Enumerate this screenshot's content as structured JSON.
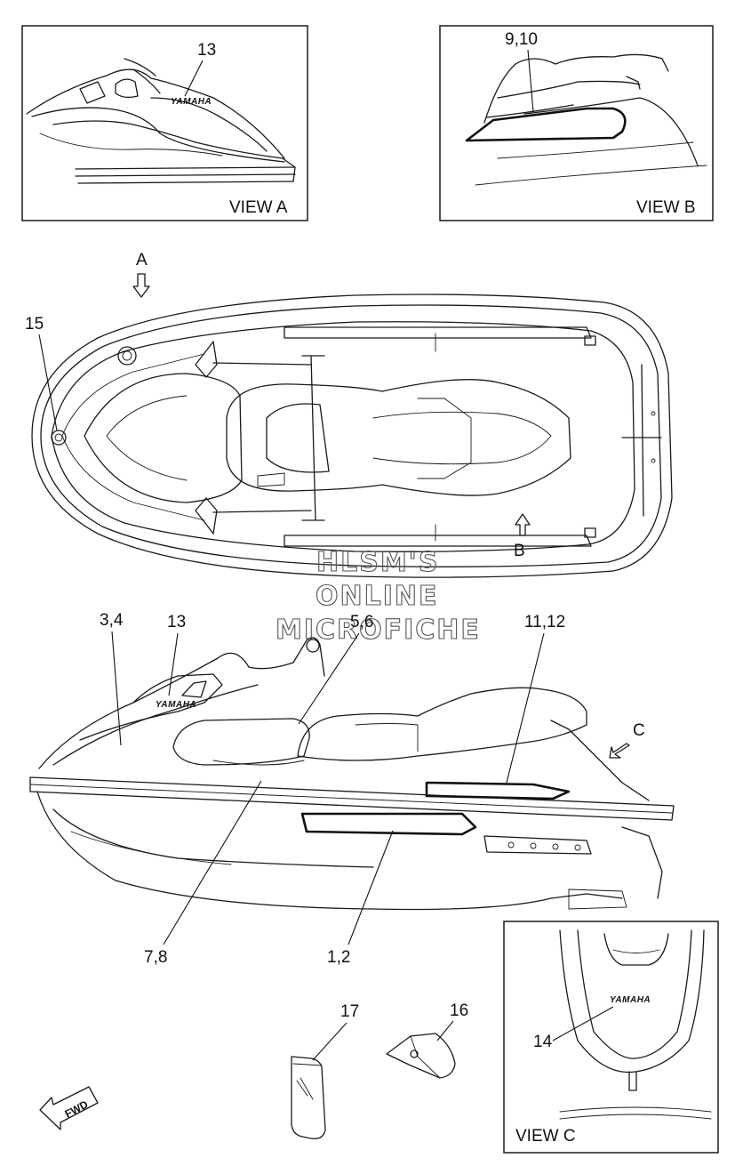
{
  "views": {
    "a": {
      "label": "VIEW A"
    },
    "b": {
      "label": "VIEW B"
    },
    "c": {
      "label": "VIEW C"
    }
  },
  "arrows": {
    "a": "A",
    "b": "B",
    "c": "C"
  },
  "callouts": {
    "c13_view_a": "13",
    "c9_10": "9,10",
    "c15": "15",
    "c3_4": "3,4",
    "c13_side": "13",
    "c5_6": "5,6",
    "c11_12": "11,12",
    "c7_8": "7,8",
    "c1_2": "1,2",
    "c14": "14",
    "c17": "17",
    "c16": "16"
  },
  "watermark": {
    "line1": "HLSM'S",
    "line2": "ONLINE",
    "line3": "MICROFICHE"
  },
  "brand_text": "YAMAHA",
  "fwd_label": "FWD"
}
